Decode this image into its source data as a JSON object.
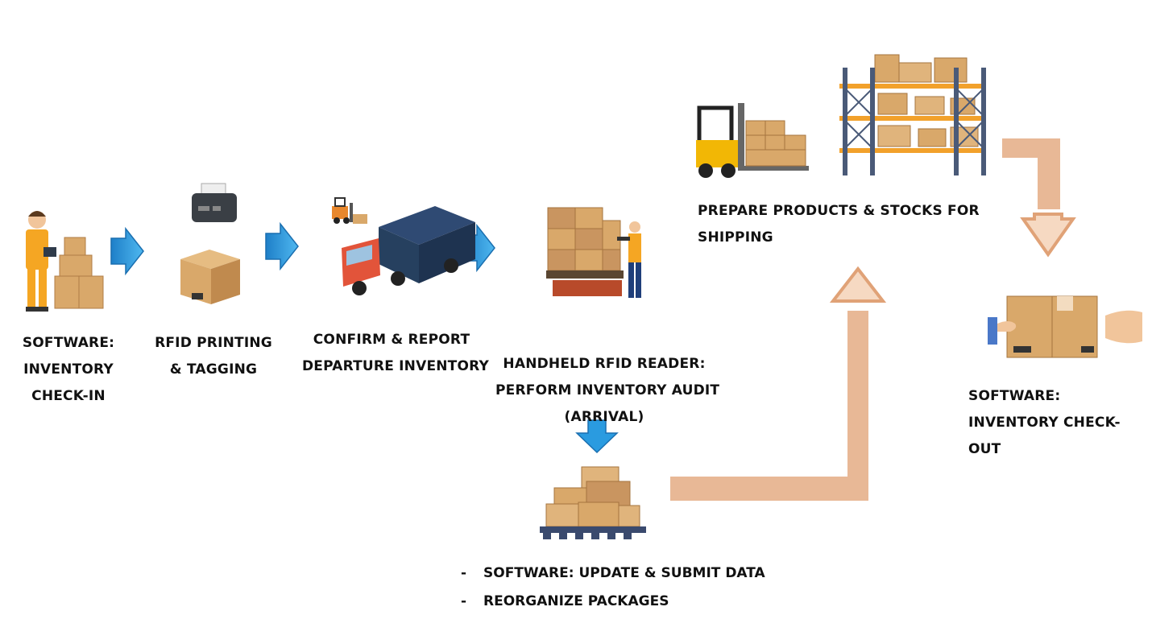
{
  "steps": [
    {
      "id": "checkin",
      "lines": [
        "SOFTWARE:",
        "INVENTORY",
        "CHECK-IN"
      ]
    },
    {
      "id": "tagging",
      "lines": [
        "RFID PRINTING",
        "& TAGGING"
      ]
    },
    {
      "id": "departure",
      "lines": [
        "CONFIRM & REPORT",
        "DEPARTURE INVENTORY"
      ]
    },
    {
      "id": "audit",
      "lines": [
        "HANDHELD RFID READER:",
        "PERFORM INVENTORY AUDIT",
        "(ARRIVAL)"
      ]
    },
    {
      "id": "prepare",
      "lines": [
        "PREPARE PRODUCTS & STOCKS FOR",
        "SHIPPING"
      ]
    },
    {
      "id": "checkout",
      "lines": [
        "SOFTWARE:",
        "INVENTORY CHECK-",
        "OUT"
      ]
    }
  ],
  "sub_steps": {
    "bullet": "-",
    "items": [
      "SOFTWARE: UPDATE & SUBMIT DATA",
      "REORGANIZE PACKAGES"
    ]
  },
  "colors": {
    "blue_arrow": "#2a9be0",
    "tan_arrow": "#e8b896",
    "box": "#d9a86a",
    "box_dark": "#c08a4e",
    "text": "#111111"
  },
  "icons": [
    "worker-icon",
    "rfid-printer-icon",
    "box-icon",
    "forklift-icon",
    "truck-icon",
    "pallet-stack-icon",
    "scanner-worker-icon",
    "warehouse-shelf-icon",
    "hands-box-icon",
    "conveyor-boxes-icon"
  ]
}
